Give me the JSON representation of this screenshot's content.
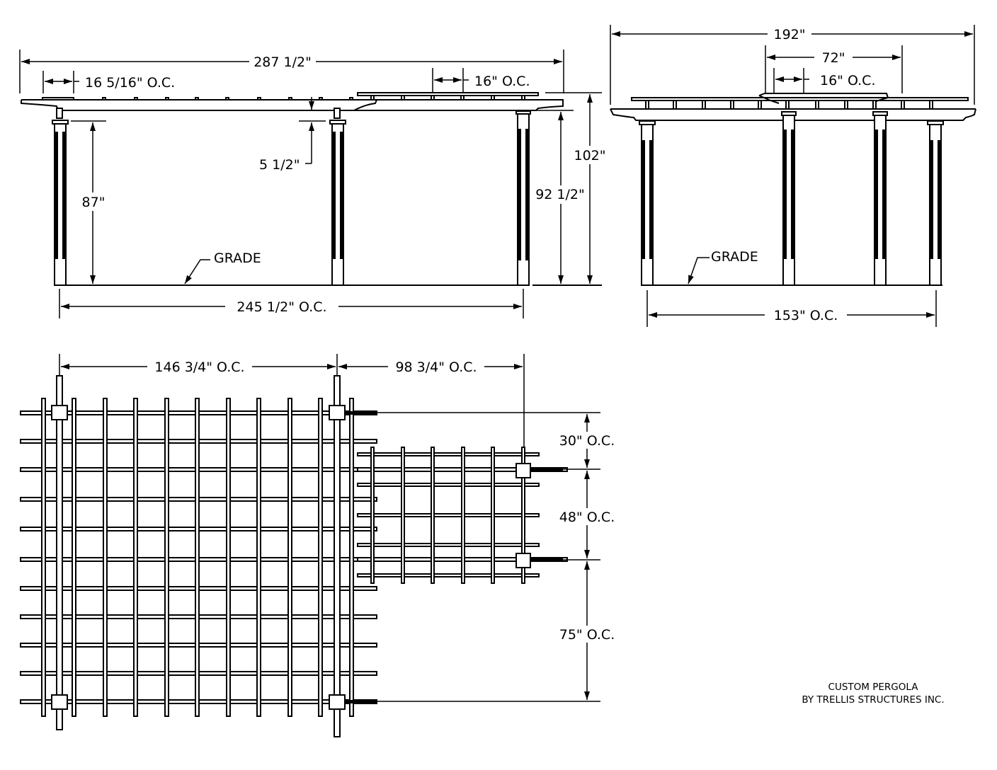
{
  "drawing": {
    "title_block": {
      "line1": "CUSTOM PERGOLA",
      "line2": "BY TRELLIS STRUCTURES INC."
    },
    "side_elevation": {
      "overall_length": "287 1/2\"",
      "rafter_spacing_main": "16 5/16\" O.C.",
      "rafter_spacing_ext": "16\" O.C.",
      "beam_depth": "5 1/2\"",
      "post_height": "87\"",
      "beam_top_height": "92 1/2\"",
      "overall_height": "102\"",
      "grade_label": "GRADE",
      "post_span": "245 1/2\" O.C."
    },
    "end_elevation": {
      "overall_width": "192\"",
      "ext_width": "72\"",
      "rafter_spacing": "16\" O.C.",
      "grade_label": "GRADE",
      "post_span": "153\" O.C."
    },
    "plan_view": {
      "span_main": "146 3/4\" O.C.",
      "span_ext": "98 3/4\" O.C.",
      "spacing_a": "30\" O.C.",
      "spacing_b": "48\" O.C.",
      "spacing_c": "75\" O.C."
    }
  }
}
